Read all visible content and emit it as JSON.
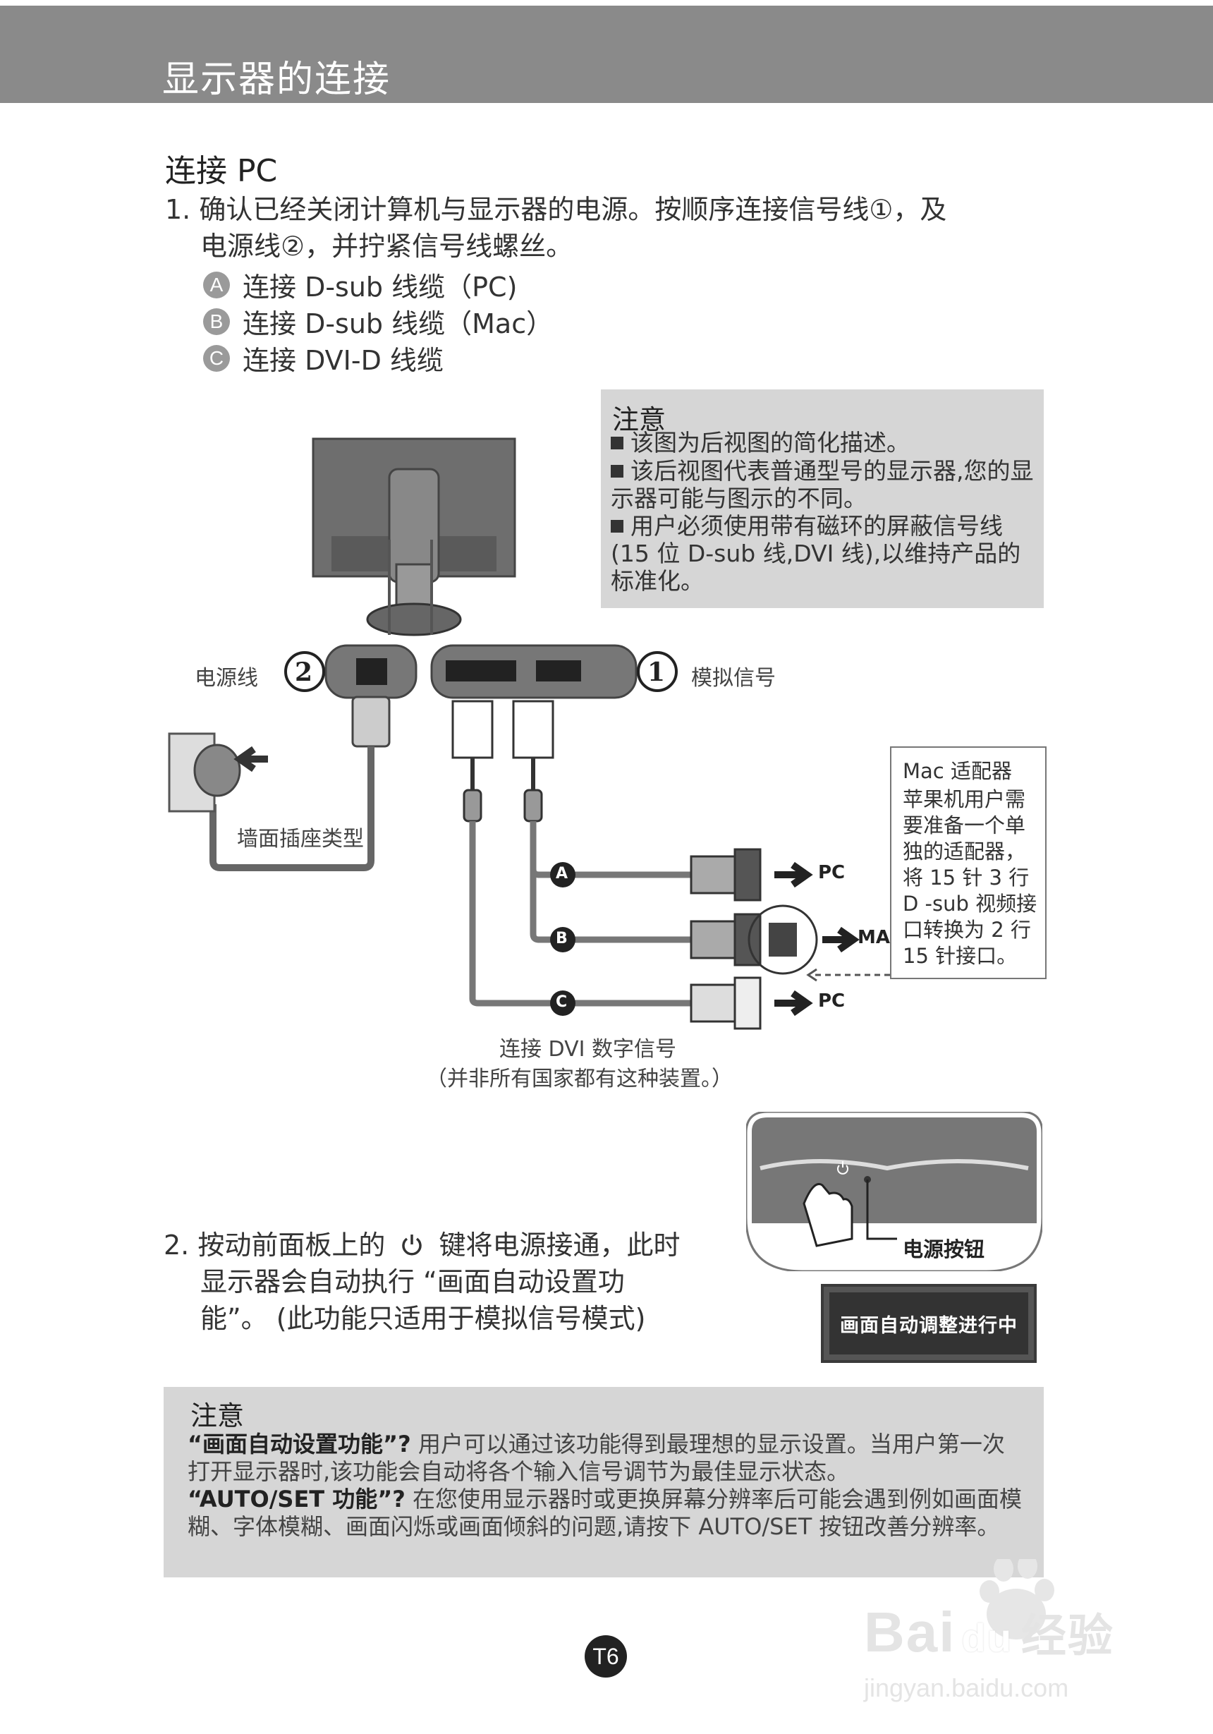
{
  "header": {
    "title": "显示器的连接"
  },
  "section": {
    "title": "连接 PC"
  },
  "step1": {
    "line1": "1. 确认已经关闭计算机与显示器的电源。按顺序连接信号线①，及",
    "line2": "电源线②，并拧紧信号线螺丝。",
    "options": [
      {
        "badge": "A",
        "text": "连接 D-sub 线缆（PC)"
      },
      {
        "badge": "B",
        "text": "连接 D-sub 线缆（Mac）"
      },
      {
        "badge": "C",
        "text": "连接 DVI-D 线缆"
      }
    ]
  },
  "note1": {
    "title": "注意",
    "items": [
      "该图为后视图的简化描述。",
      "该后视图代表普通型号的显示器,您的显示器可能与图示的不同。",
      "用户必须使用带有磁环的屏蔽信号线(15 位 D-sub 线,DVI 线),以维持产品的标准化。"
    ]
  },
  "diagram": {
    "power_cord_label": "电源线",
    "analog_signal_label": "模拟信号",
    "port2_number": "2",
    "port1_number": "1",
    "wall_outlet_label": "墙面插座类型",
    "cable_badges": [
      "A",
      "B",
      "C"
    ],
    "dest_labels": [
      "PC",
      "MAC",
      "PC"
    ],
    "dvi_caption_line1": "连接 DVI 数字信号",
    "dvi_caption_line2": "（并非所有国家都有这种装置。）"
  },
  "mac_adapter": {
    "title": "Mac 适配器",
    "body": "苹果机用户需要准备一个单独的适配器，将 15 针 3 行 D -sub 视频接口转换为 2 行 15 针接口。"
  },
  "step2": {
    "line1_a": "2. 按动前面板上的",
    "line1_b": "键将电源接通，此时",
    "line2": "显示器会自动执行 “画面自动设置功",
    "line3": "能”。 (此功能只适用于模拟信号模式)"
  },
  "front_panel": {
    "power_button_label": "电源按钮"
  },
  "auto_adjust": {
    "text": "画面自动调整进行中"
  },
  "note2": {
    "title": "注意",
    "p1_bold": "“画面自动设置功能”?",
    "p1_text": " 用户可以通过该功能得到最理想的显示设置。当用户第一次打开显示器时,该功能会自动将各个输入信号调节为最佳显示状态。",
    "p2_bold": "“AUTO/SET 功能”?",
    "p2_text": " 在您使用显示器时或更换屏幕分辨率后可能会遇到例如画面模糊、字体模糊、画面闪烁或画面倾斜的问题,请按下 AUTO/SET 按钮改善分辨率。"
  },
  "page": {
    "number": "T6"
  },
  "watermark": {
    "line1": "Bai",
    "line2": "du",
    "line3": "经验",
    "url": "jingyan.baidu.com"
  }
}
